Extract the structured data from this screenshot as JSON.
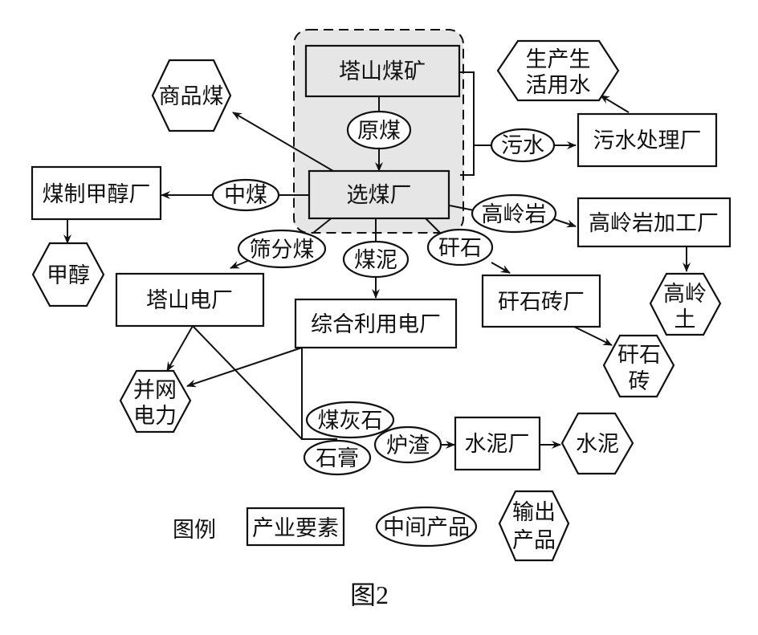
{
  "diagram": {
    "caption": "图2",
    "group_highlight_color": "#e6e6e6",
    "nodes": {
      "tashan_mine": {
        "label": "塔山煤矿",
        "kind": "industry"
      },
      "raw_coal": {
        "label": "原煤",
        "kind": "intermediate"
      },
      "washery": {
        "label": "选煤厂",
        "kind": "industry"
      },
      "commodity_coal": {
        "label": "商品煤",
        "kind": "output"
      },
      "middling_coal": {
        "label": "中煤",
        "kind": "intermediate"
      },
      "methanol_plant": {
        "label": "煤制甲醇厂",
        "kind": "industry"
      },
      "methanol": {
        "label": "甲醇",
        "kind": "output"
      },
      "sewage": {
        "label": "污水",
        "kind": "intermediate"
      },
      "sewage_plant": {
        "label": "污水处理厂",
        "kind": "industry"
      },
      "water_line1": {
        "label": "生产生",
        "kind": "output"
      },
      "water_line2": {
        "label": "活用水",
        "kind": "output"
      },
      "kaolin_rock": {
        "label": "高岭岩",
        "kind": "intermediate"
      },
      "kaolin_plant": {
        "label": "高岭岩加工厂",
        "kind": "industry"
      },
      "kaolin_soil_line1": {
        "label": "高岭",
        "kind": "output"
      },
      "kaolin_soil_line2": {
        "label": "土",
        "kind": "output"
      },
      "screened_coal": {
        "label": "筛分煤",
        "kind": "intermediate"
      },
      "tashan_power": {
        "label": "塔山电厂",
        "kind": "industry"
      },
      "slime": {
        "label": "煤泥",
        "kind": "intermediate"
      },
      "combined_power": {
        "label": "综合利用电厂",
        "kind": "industry"
      },
      "gangue": {
        "label": "矸石",
        "kind": "intermediate"
      },
      "brick_plant": {
        "label": "矸石砖厂",
        "kind": "industry"
      },
      "brick_line1": {
        "label": "矸石",
        "kind": "output"
      },
      "brick_line2": {
        "label": "砖",
        "kind": "output"
      },
      "grid_line1": {
        "label": "并网",
        "kind": "output"
      },
      "grid_line2": {
        "label": "电力",
        "kind": "output"
      },
      "fly_ash": {
        "label": "煤灰石",
        "kind": "intermediate"
      },
      "gypsum": {
        "label": "石膏",
        "kind": "intermediate"
      },
      "slag": {
        "label": "炉渣",
        "kind": "intermediate"
      },
      "cement_plant": {
        "label": "水泥厂",
        "kind": "industry"
      },
      "cement": {
        "label": "水泥",
        "kind": "output"
      }
    },
    "edges": [
      {
        "from": "塔山煤矿",
        "via": "原煤",
        "to": "选煤厂"
      },
      {
        "from": "选煤厂",
        "to": "商品煤"
      },
      {
        "from": "选煤厂",
        "via": "中煤",
        "to": "煤制甲醇厂"
      },
      {
        "from": "煤制甲醇厂",
        "to": "甲醇"
      },
      {
        "from": "塔山煤矿/选煤厂",
        "via": "污水",
        "to": "污水处理厂"
      },
      {
        "from": "污水处理厂",
        "to": "生产生活用水"
      },
      {
        "from": "选煤厂",
        "via": "高岭岩",
        "to": "高岭岩加工厂"
      },
      {
        "from": "高岭岩加工厂",
        "to": "高岭土"
      },
      {
        "from": "选煤厂",
        "via": "筛分煤",
        "to": "塔山电厂"
      },
      {
        "from": "选煤厂",
        "via": "煤泥",
        "to": "综合利用电厂"
      },
      {
        "from": "选煤厂",
        "via": "矸石",
        "to": "矸石砖厂"
      },
      {
        "from": "矸石砖厂",
        "to": "矸石砖"
      },
      {
        "from": "塔山电厂",
        "to": "并网电力"
      },
      {
        "from": "综合利用电厂",
        "to": "并网电力"
      },
      {
        "from": "塔山电厂/综合利用电厂",
        "via": "煤灰石/石膏/炉渣",
        "to": "水泥厂"
      },
      {
        "from": "水泥厂",
        "to": "水泥"
      }
    ],
    "legend": {
      "title": "图例",
      "industry": "产业要素",
      "intermediate": "中间产品",
      "output_line1": "输出",
      "output_line2": "产品"
    }
  }
}
